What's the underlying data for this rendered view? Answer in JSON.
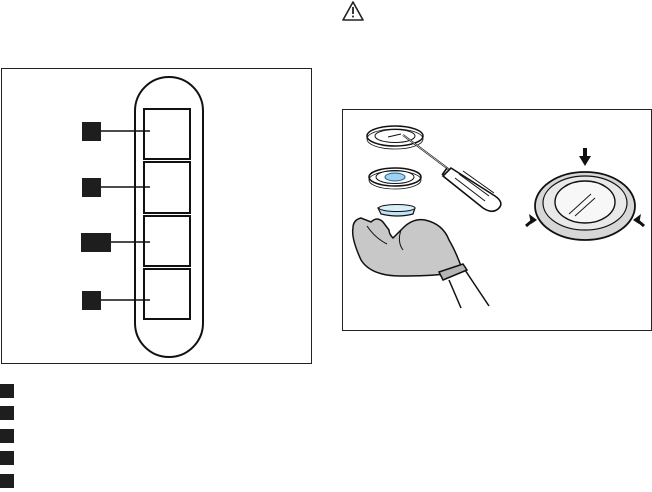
{
  "page": {
    "warning_icon": "warning-triangle-icon",
    "left_figure": {
      "description_icon": "control-panel-with-four-buttons",
      "callouts": [
        "callout-1",
        "callout-2",
        "callout-3",
        "callout-4"
      ]
    },
    "right_figure": {
      "description_icon": "lamp-cover-removal-illustration"
    },
    "legend": {
      "count": 5
    }
  }
}
